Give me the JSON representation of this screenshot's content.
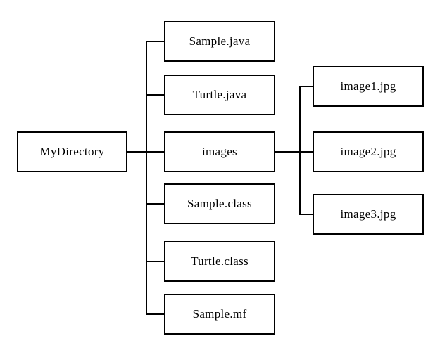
{
  "diagram": {
    "root": {
      "label": "MyDirectory"
    },
    "children": [
      {
        "label": "Sample.java"
      },
      {
        "label": "Turtle.java"
      },
      {
        "label": "images"
      },
      {
        "label": "Sample.class"
      },
      {
        "label": "Turtle.class"
      },
      {
        "label": "Sample.mf"
      }
    ],
    "images_children": [
      {
        "label": "image1.jpg"
      },
      {
        "label": "image2.jpg"
      },
      {
        "label": "image3.jpg"
      }
    ],
    "colors": {
      "line": "#000000",
      "box_border": "#000000",
      "box_fill": "#ffffff",
      "text": "#000000",
      "background": "#ffffff"
    }
  }
}
